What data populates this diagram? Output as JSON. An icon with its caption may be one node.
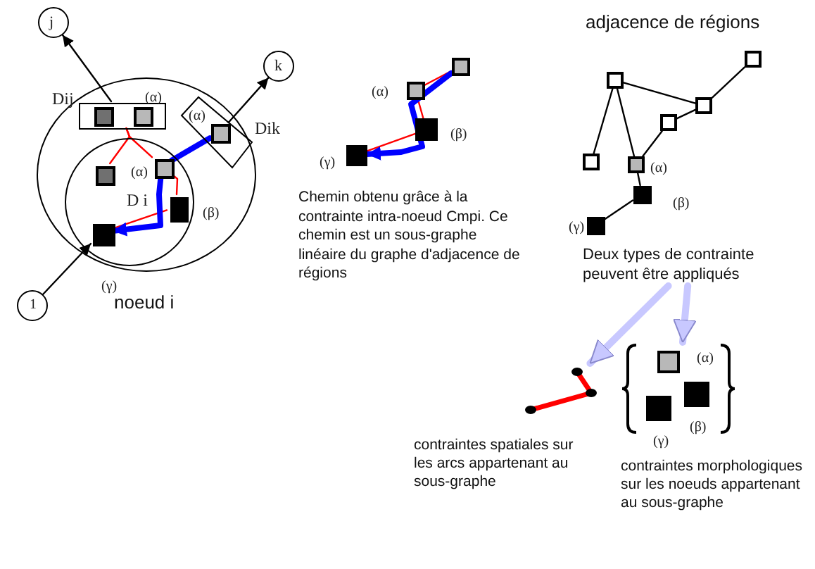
{
  "diagram": {
    "nodes": [
      {
        "text": [
          "j"
        ]
      },
      {
        "text": [
          "k"
        ]
      },
      {
        "text": [
          "1"
        ]
      },
      {
        "text": [
          "noeud i"
        ]
      },
      {
        "text": [
          "D i"
        ],
        "in": 3
      },
      {
        "text": [
          "Dij"
        ],
        "in": 3
      },
      {
        "text": [],
        "shape": "box",
        "in": 5
      },
      {
        "text": [],
        "shape": "box",
        "in": 5,
        "beside": [
          "(α)"
        ]
      },
      {
        "text": [
          "Dik"
        ],
        "in": 3
      },
      {
        "text": [],
        "shape": "box",
        "in": 8,
        "beside": [
          "(α)"
        ]
      },
      {
        "text": [],
        "shape": "box",
        "in": 4
      },
      {
        "text": [],
        "shape": "box",
        "in": 4,
        "beside": [
          "(α)"
        ]
      },
      {
        "text": [],
        "shape": "box",
        "in": 4,
        "beside": [
          "(β)"
        ]
      },
      {
        "text": [],
        "shape": "box",
        "in": 4,
        "beside": [
          "(γ)"
        ]
      },
      {
        "text": [],
        "shape": "box"
      },
      {
        "text": [],
        "shape": "box",
        "beside": [
          "(α)"
        ]
      },
      {
        "text": [],
        "shape": "box",
        "beside": [
          "(β)"
        ]
      },
      {
        "text": [],
        "shape": "box",
        "beside": [
          "(γ)"
        ]
      },
      {
        "text": [],
        "shape": "box"
      },
      {
        "text": [],
        "shape": "box"
      },
      {
        "text": [],
        "shape": "box"
      },
      {
        "text": [],
        "shape": "box"
      },
      {
        "text": [],
        "shape": "box"
      },
      {
        "text": [],
        "shape": "box",
        "beside": [
          "(α)"
        ]
      },
      {
        "text": [],
        "shape": "box",
        "beside": [
          "(β)"
        ]
      },
      {
        "text": [],
        "shape": "box",
        "beside": [
          "(γ)"
        ]
      },
      {
        "text": [
          "Deux types de contrainte peuvent être appliqués"
        ]
      },
      {
        "text": [],
        "shape": "picture",
        "beside": [
          "contraintes spatiales sur les arcs appartenant au sous-graphe"
        ]
      },
      {
        "text": [],
        "shape": "brace",
        "beside": [
          "contraintes morphologiques sur les noeuds appartenant au sous-graphe"
        ]
      },
      {
        "text": [],
        "shape": "box",
        "in": 28,
        "beside": [
          "(α)"
        ]
      },
      {
        "text": [],
        "shape": "box",
        "in": 28,
        "beside": [
          "(β)"
        ]
      },
      {
        "text": [],
        "shape": "box",
        "in": 28,
        "beside": [
          "(γ)"
        ]
      }
    ],
    "edges": [
      {
        "from": 2,
        "to": 13,
        "arrow": "to"
      },
      {
        "from": 5,
        "to": 0,
        "arrow": "to"
      },
      {
        "from": 9,
        "to": 1,
        "arrow": "to"
      },
      {
        "from": 5,
        "to": 10,
        "arrow": "none",
        "color": "#ff0000"
      },
      {
        "from": 5,
        "to": 11,
        "arrow": "none",
        "color": "#ff0000"
      },
      {
        "from": 9,
        "to": 11,
        "arrow": "none",
        "style": "thick",
        "color": "#0000ff"
      },
      {
        "from": 11,
        "to": 12,
        "arrow": "none",
        "color": "#ff0000"
      },
      {
        "from": 12,
        "to": 13,
        "arrow": "none",
        "color": "#ff0000"
      },
      {
        "from": 11,
        "to": 13,
        "arrow": "to",
        "style": "thick",
        "color": "#0000ff"
      },
      {
        "from": 14,
        "to": 15,
        "arrow": "none",
        "color": "#ff0000"
      },
      {
        "from": 15,
        "to": 16,
        "arrow": "none",
        "color": "#ff0000"
      },
      {
        "from": 16,
        "to": 17,
        "arrow": "none",
        "color": "#ff0000"
      },
      {
        "from": 14,
        "to": 17,
        "arrow": "to",
        "style": "thick",
        "color": "#0000ff"
      },
      {
        "from": 18,
        "to": 20,
        "arrow": "none"
      },
      {
        "from": 20,
        "to": 19,
        "arrow": "none"
      },
      {
        "from": 18,
        "to": 22,
        "arrow": "none"
      },
      {
        "from": 18,
        "to": 23,
        "arrow": "none"
      },
      {
        "from": 20,
        "to": 21,
        "arrow": "none"
      },
      {
        "from": 21,
        "to": 23,
        "arrow": "none"
      },
      {
        "from": 23,
        "to": 24,
        "arrow": "none"
      },
      {
        "from": 24,
        "to": 25,
        "arrow": "none"
      },
      {
        "from": 26,
        "to": 27,
        "arrow": "to",
        "style": "thick",
        "color": "#c8c8ff"
      },
      {
        "from": 26,
        "to": 28,
        "arrow": "to",
        "style": "thick",
        "color": "#c8c8ff"
      }
    ],
    "labels": [
      "adjacence de régions",
      "Chemin obtenu grâce à la contrainte intra-noeud Cmpi. Ce chemin est un sous-graphe linéaire du graphe d'adjacence de régions"
    ]
  }
}
